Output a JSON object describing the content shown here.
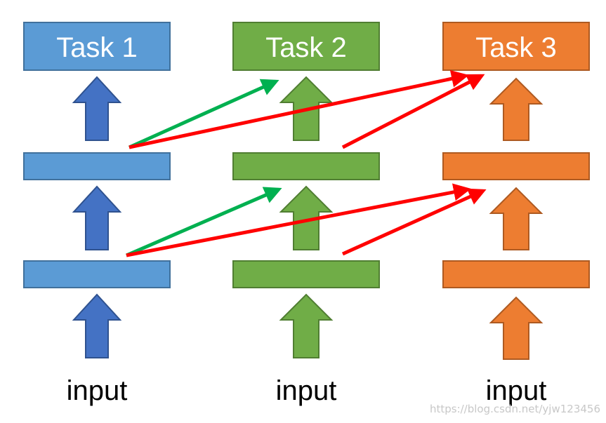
{
  "columns": [
    {
      "id": "task1",
      "label": "Task 1",
      "input_label": "input",
      "fill": "#5b9bd5",
      "stroke": "#41719c",
      "arrow_fill": "#4472c4",
      "arrow_stroke": "#2f528f"
    },
    {
      "id": "task2",
      "label": "Task 2",
      "input_label": "input",
      "fill": "#70ad47",
      "stroke": "#507e32",
      "arrow_fill": "#70ad47",
      "arrow_stroke": "#507e32"
    },
    {
      "id": "task3",
      "label": "Task 3",
      "input_label": "input",
      "fill": "#ed7d31",
      "stroke": "#ae5a21",
      "arrow_fill": "#ed7d31",
      "arrow_stroke": "#ae5a21"
    }
  ],
  "connections": [
    {
      "from": "task1-layer2",
      "to": "task2",
      "color": "#00b050"
    },
    {
      "from": "task1-layer2",
      "to": "task3",
      "color": "#ff0000"
    },
    {
      "from": "task2-layer2",
      "to": "task3",
      "color": "#ff0000"
    },
    {
      "from": "task1-layer1",
      "to": "task2-layer2",
      "color": "#00b050"
    },
    {
      "from": "task1-layer1",
      "to": "task3-layer2",
      "color": "#ff0000"
    },
    {
      "from": "task2-layer1",
      "to": "task3-layer2",
      "color": "#ff0000"
    }
  ],
  "watermark": "https://blog.csdn.net/yjw123456"
}
